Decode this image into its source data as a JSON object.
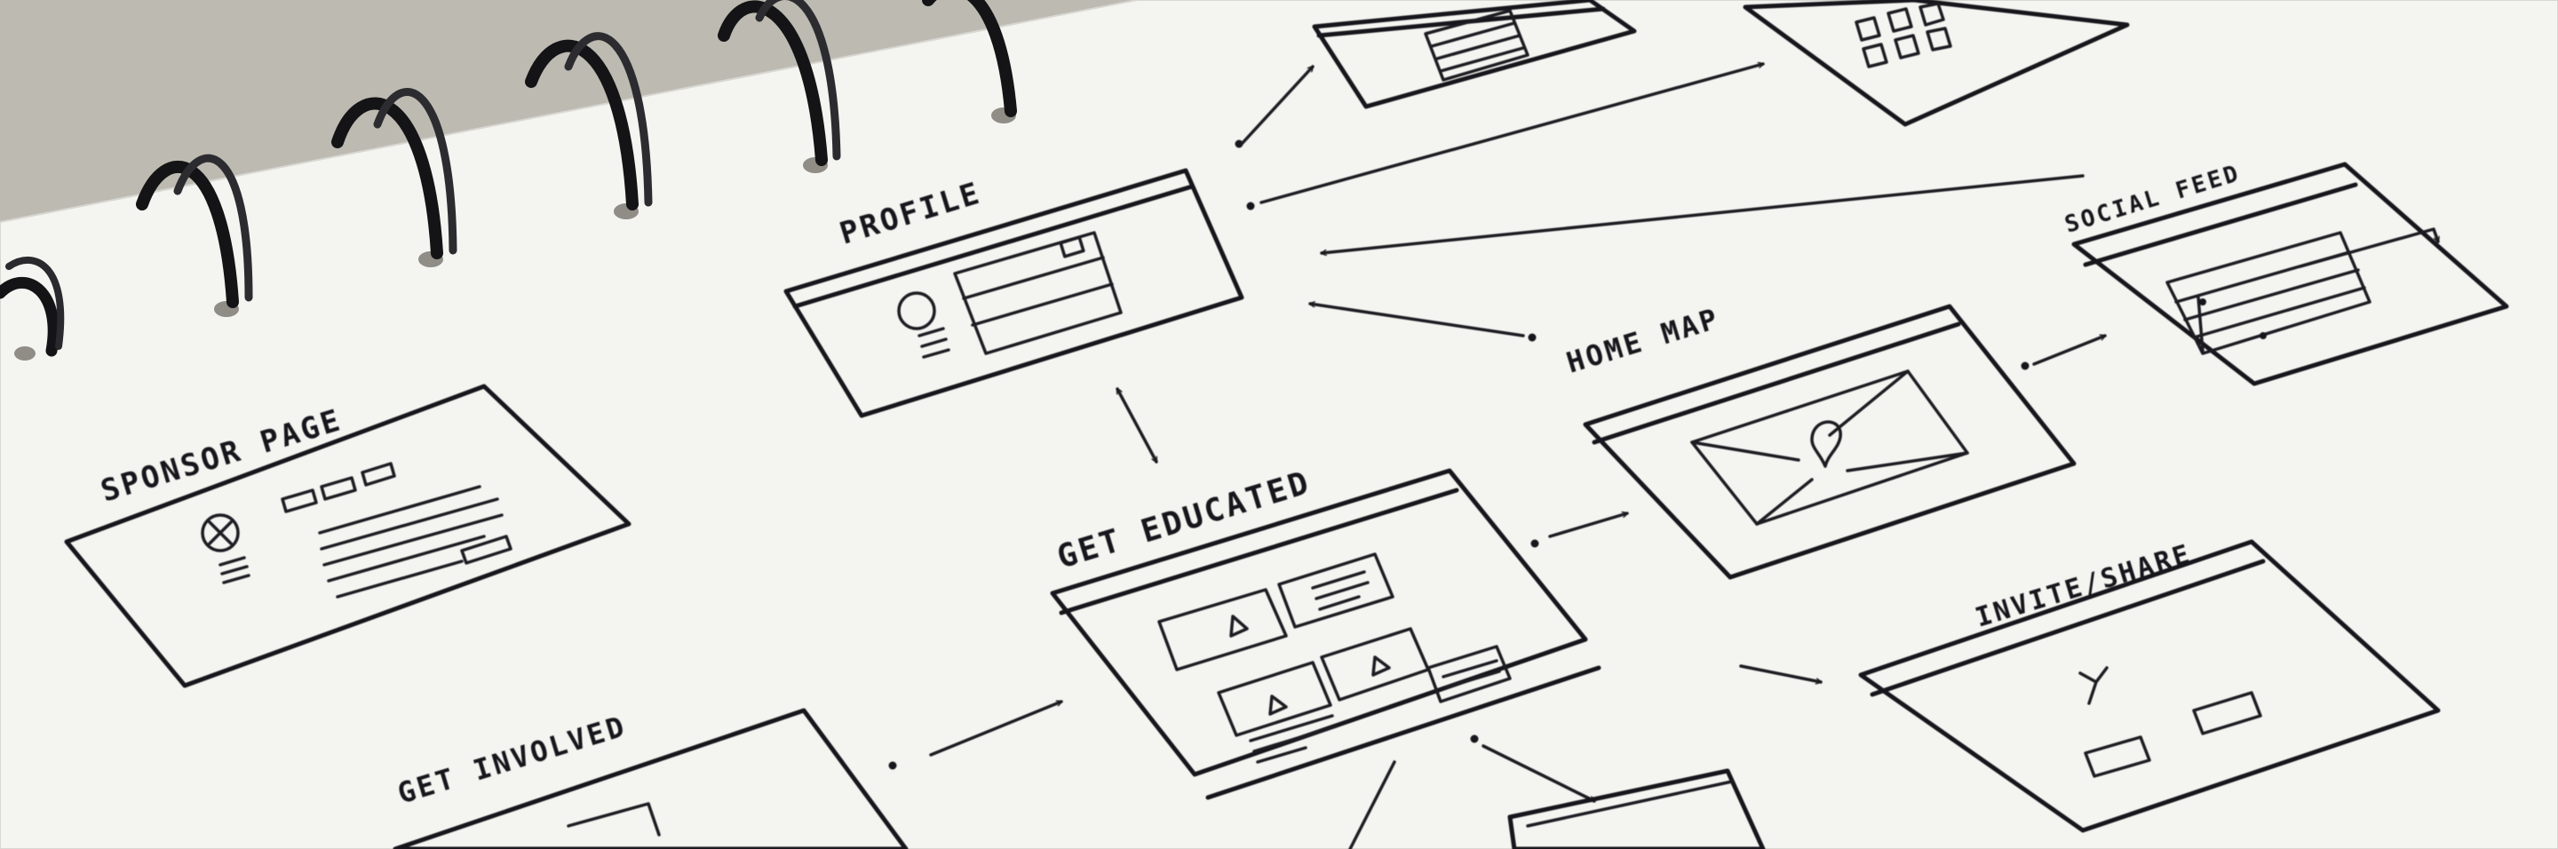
{
  "labels": {
    "profile": "PROFILE",
    "sponsor_page": "SPONSOR PAGE",
    "get_educated": "GET EDUCATED",
    "get_involved": "GET INVOLVED",
    "home_map": "HOME MAP",
    "social_feed": "SOCIAL FEED",
    "invite_share": "INVITE/SHARE"
  },
  "colors": {
    "paper": "#f4f4f1",
    "ink": "#17171a",
    "background": "#bdbab2",
    "spiral_ring": "#141416"
  }
}
